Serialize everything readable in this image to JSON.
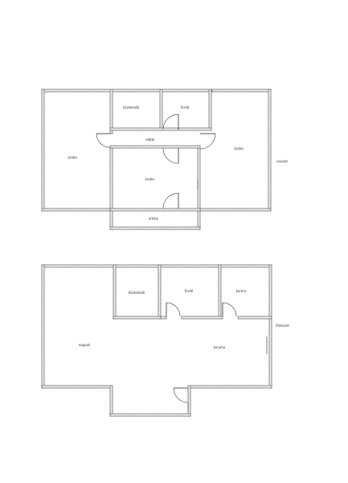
{
  "floors": [
    {
      "name": "emelet",
      "rooms": [
        {
          "id": "szoba-left",
          "label": "szoba"
        },
        {
          "id": "kozlekedo",
          "label": "közlekedő"
        },
        {
          "id": "furdo",
          "label": "fürdő"
        },
        {
          "id": "eloter",
          "label": "előtér"
        },
        {
          "id": "szoba-center",
          "label": "szoba"
        },
        {
          "id": "szoba-right",
          "label": "szoba"
        },
        {
          "id": "erkely",
          "label": "erkély"
        }
      ]
    },
    {
      "name": "földszint",
      "rooms": [
        {
          "id": "nappali",
          "label": "nappali"
        },
        {
          "id": "kozlekedo-gf",
          "label": "Közlekedő"
        },
        {
          "id": "furdo-gf",
          "label": "fürdő"
        },
        {
          "id": "kamra",
          "label": "kamra"
        },
        {
          "id": "konyha",
          "label": "konyha"
        }
      ]
    }
  ]
}
